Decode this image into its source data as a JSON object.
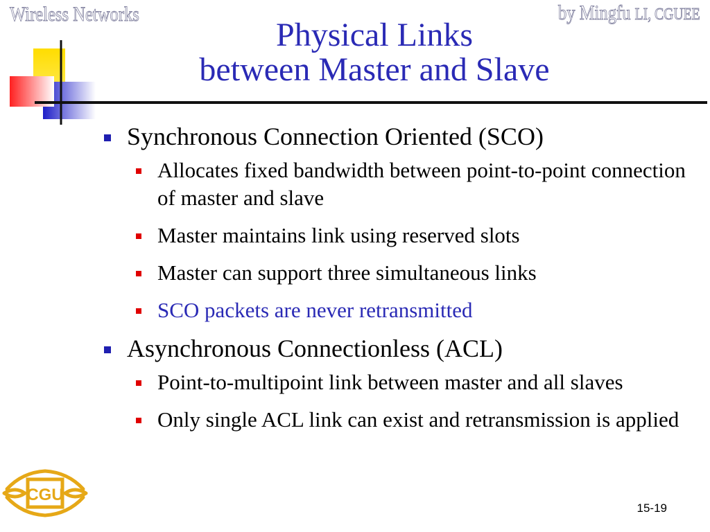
{
  "header": {
    "left_text": "Wireless Networks",
    "right_by": "by Mingfu",
    "right_rest": "LI, CGUEE"
  },
  "title": {
    "line1": "Physical Links",
    "line2": "between Master and Slave"
  },
  "bullets": [
    {
      "text": "Synchronous Connection Oriented (SCO)",
      "children": [
        {
          "text": "Allocates fixed bandwidth between point-to-point connection of master and slave"
        },
        {
          "text": "Master maintains link using reserved slots"
        },
        {
          "text": "Master can support three simultaneous links"
        },
        {
          "text": "SCO packets are never retransmitted",
          "highlight": true
        }
      ]
    },
    {
      "text": "Asynchronous Connectionless (ACL)",
      "children": [
        {
          "text": "Point-to-multipoint link between master and all slaves"
        },
        {
          "text": "Only single ACL link can exist and retransmission is applied"
        }
      ]
    }
  ],
  "slide_number": "15-19",
  "logo_text": "CGU",
  "colors": {
    "title": "#2a2ab5",
    "level1_bullet": "#1f1fb0",
    "level2_bullet": "#e00000",
    "highlight_text": "#2a2ab5"
  }
}
